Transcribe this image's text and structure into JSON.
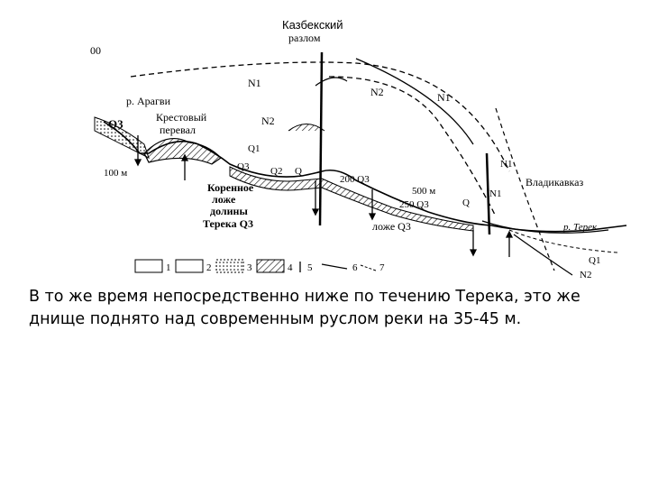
{
  "diagram": {
    "fault_title": "Казбекский",
    "fault_subtitle": "разлом",
    "elev_top": "00",
    "elev_100": "100 м",
    "label_aragvi": "р. Арагви",
    "label_krestovy": "Крестовый",
    "label_pereval": "перевал",
    "label_q3_left": "Q3",
    "label_n_top": "N1",
    "label_n2_mid": "N2",
    "label_n2_right": "N2",
    "label_n1_right": "N1",
    "label_n1_vlad": "N1",
    "label_n_vlad2": "N1",
    "label_q1": "Q1",
    "label_q3_mid": "Q3",
    "label_q2": "Q2",
    "label_q": "Q",
    "label_q_right": "Q",
    "label_q1_far": "Q1",
    "label_200": "200 Q3",
    "label_500": "500 м",
    "label_250": "250 Q3",
    "label_korennoe": "Коренное",
    "label_lozhe": "ложе",
    "label_doliny": "долины",
    "label_tereka": "Терека Q3",
    "label_lozhe_q3": "ложе Q3",
    "label_vladikavkaz": "Владикавказ",
    "label_r_terek": "р. Терек",
    "label_n2_bottom": "N2",
    "legend": [
      "1",
      "2",
      "3",
      "4",
      "5",
      "6",
      "7"
    ]
  },
  "caption": "В то же время непосредственно ниже по течению Терека, это же днище поднято над современным руслом реки на 35-45 м."
}
